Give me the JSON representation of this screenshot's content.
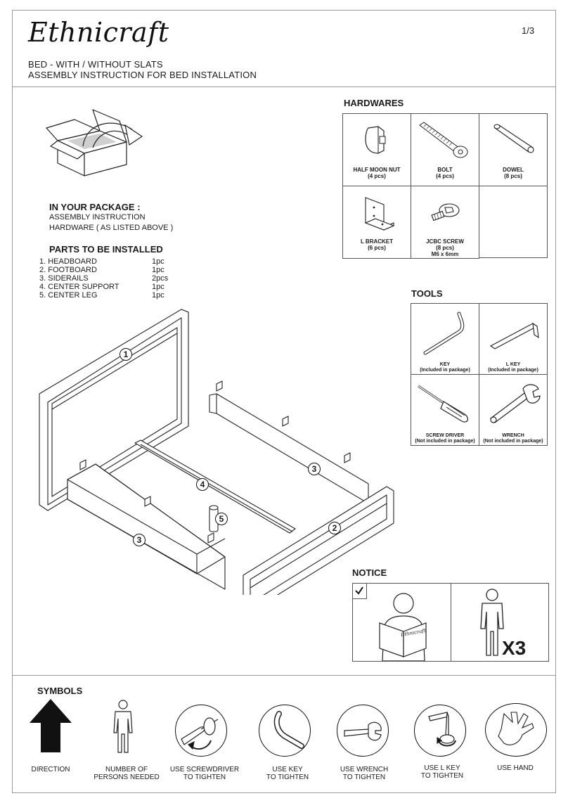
{
  "header": {
    "logo": "Ethnicraft",
    "page": "1/3",
    "line1": "BED - WITH / WITHOUT SLATS",
    "line2": "ASSEMBLY INSTRUCTION FOR BED INSTALLATION"
  },
  "hardwares": {
    "title": "HARDWARES",
    "items": [
      {
        "name": "HALF MOON NUT",
        "qty": "(4 pcs)",
        "icon": "half-moon-nut-icon"
      },
      {
        "name": "BOLT",
        "qty": "(4 pcs)",
        "icon": "bolt-icon"
      },
      {
        "name": "DOWEL",
        "qty": "(8 pcs)",
        "icon": "dowel-icon"
      },
      {
        "name": "L BRACKET",
        "qty": "(6 pcs)",
        "icon": "l-bracket-icon"
      },
      {
        "name": "JCBC SCREW",
        "qty": "(8 pcs)",
        "extra": "M6 x 6mm",
        "icon": "jcbc-screw-icon"
      }
    ]
  },
  "package": {
    "title": "IN YOUR PACKAGE :",
    "lines": [
      "ASSEMBLY INSTRUCTION",
      "HARDWARE ( AS LISTED ABOVE )"
    ]
  },
  "parts": {
    "title": "PARTS TO BE INSTALLED",
    "items": [
      {
        "label": "1. HEADBOARD",
        "qty": "1pc"
      },
      {
        "label": "2. FOOTBOARD",
        "qty": "1pc"
      },
      {
        "label": "3. SIDERAILS",
        "qty": "2pcs"
      },
      {
        "label": "4. CENTER SUPPORT",
        "qty": "1pc"
      },
      {
        "label": "5. CENTER LEG",
        "qty": "1pc"
      }
    ]
  },
  "tools": {
    "title": "TOOLS",
    "items": [
      {
        "name": "KEY",
        "note": "(Included in package)",
        "icon": "hex-key-icon"
      },
      {
        "name": "L KEY",
        "note": "(Included in package)",
        "icon": "l-key-icon"
      },
      {
        "name": "SCREW DRIVER",
        "note": "(Not included in package)",
        "icon": "screwdriver-icon"
      },
      {
        "name": "WRENCH",
        "note": "(Not included in package)",
        "icon": "wrench-icon"
      }
    ]
  },
  "diagram": {
    "callouts": [
      "1",
      "2",
      "3",
      "3",
      "4",
      "5"
    ],
    "box_logo": "Ethnicraft"
  },
  "notice": {
    "title": "NOTICE",
    "persons": "X3"
  },
  "symbols": {
    "title": "SYMBOLS",
    "items": [
      {
        "label1": "DIRECTION",
        "label2": "",
        "icon": "direction-arrow-icon"
      },
      {
        "label1": "NUMBER OF",
        "label2": "PERSONS NEEDED",
        "icon": "person-icon"
      },
      {
        "label1": "USE SCREWDRIVER",
        "label2": "TO TIGHTEN",
        "icon": "screwdriver-tighten-icon"
      },
      {
        "label1": "USE KEY",
        "label2": "TO TIGHTEN",
        "icon": "key-tighten-icon"
      },
      {
        "label1": "USE WRENCH",
        "label2": "TO TIGHTEN",
        "icon": "wrench-tighten-icon"
      },
      {
        "label1": "USE L KEY",
        "label2": "TO TIGHTEN",
        "icon": "l-key-tighten-icon"
      },
      {
        "label1": "USE HAND",
        "label2": "",
        "icon": "hand-icon"
      }
    ]
  }
}
